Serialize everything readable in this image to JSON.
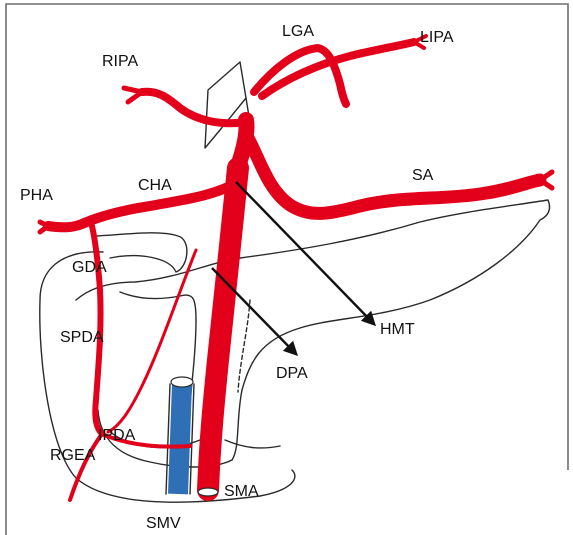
{
  "colors": {
    "artery": "#e2001a",
    "vein": "#2f6fb5",
    "outline": "#2a2a2a",
    "arrow": "#111111",
    "border": "#6e6e6e"
  },
  "labels": {
    "lga": "LGA",
    "lipa": "LIPA",
    "ripa": "RIPA",
    "sa": "SA",
    "cha": "CHA",
    "pha": "PHA",
    "gda": "GDA",
    "spda": "SPDA",
    "hmt": "HMT",
    "dpa": "DPA",
    "ipda": "IPDA",
    "rgea": "RGEA",
    "sma": "SMA",
    "smv": "SMV"
  }
}
